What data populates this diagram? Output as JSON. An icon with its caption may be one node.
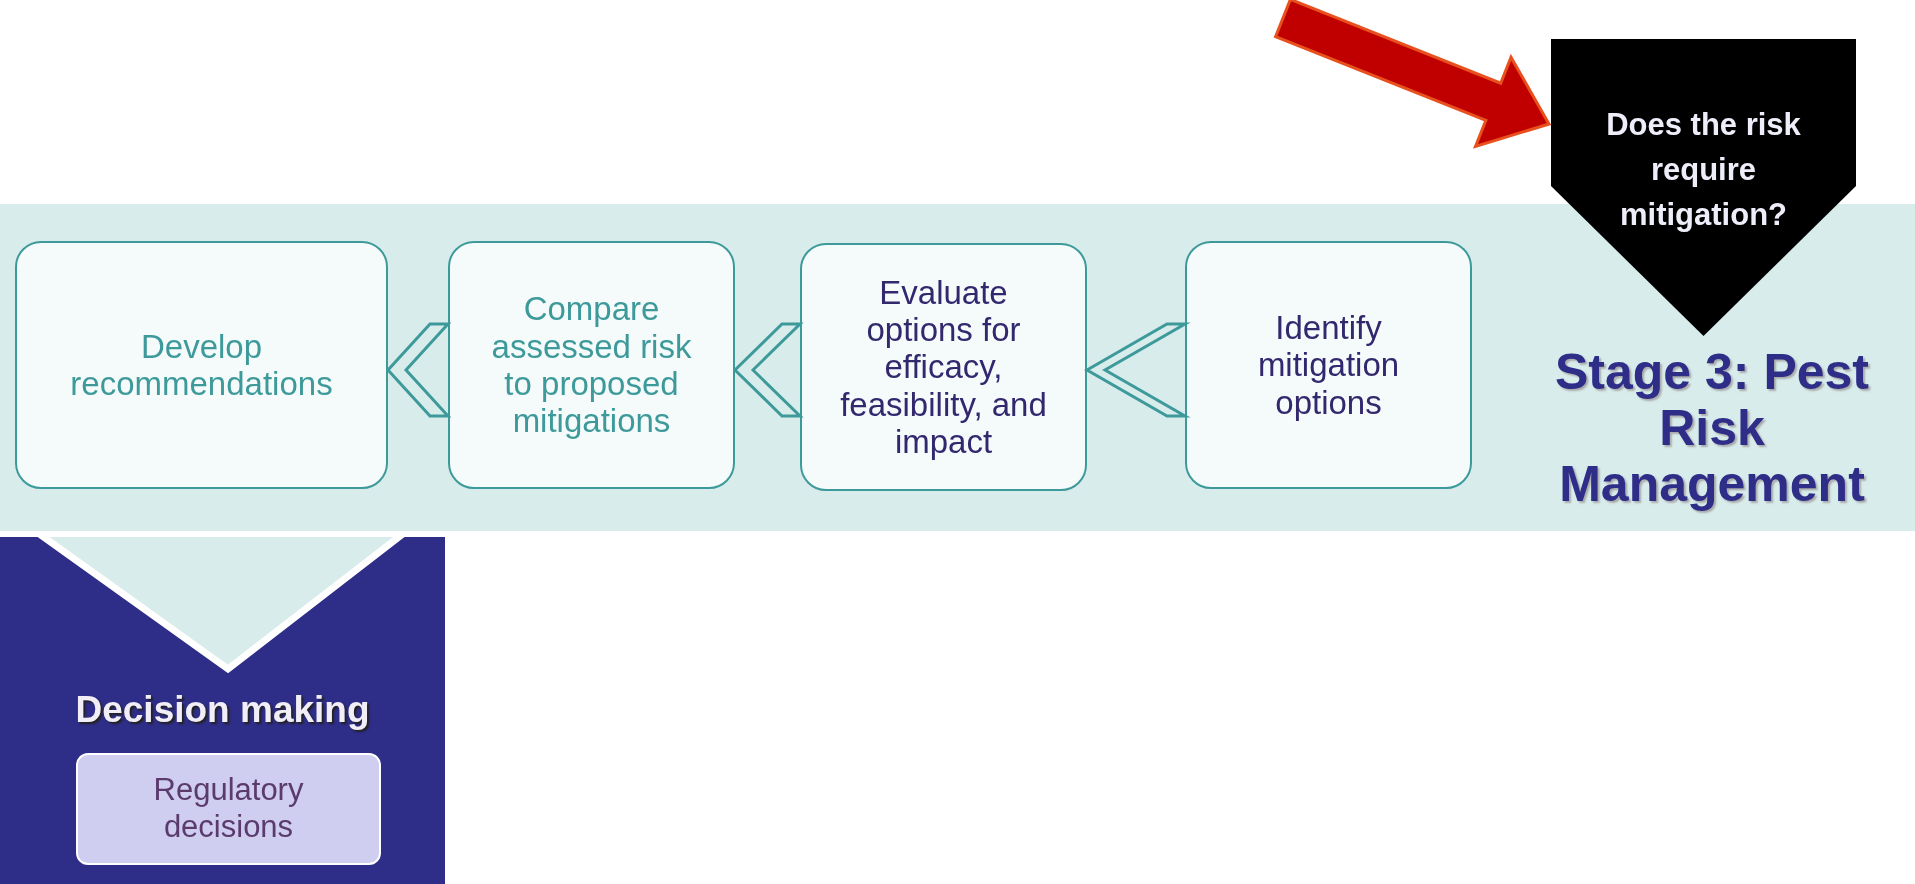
{
  "diagram": {
    "nodes": [
      {
        "text": [
          "Does the risk require mitigation?"
        ]
      },
      {
        "text": [
          "Stage 3: Pest Risk Management"
        ]
      },
      {
        "text": [
          "Develop recommendations"
        ],
        "in": 1
      },
      {
        "text": [
          "Compare assessed risk to proposed mitigations"
        ],
        "in": 1
      },
      {
        "text": [
          "Evaluate options for efficacy, feasibility, and impact"
        ],
        "in": 1
      },
      {
        "text": [
          "Identify mitigation options"
        ],
        "in": 1
      },
      {
        "text": [
          "Decision making"
        ]
      },
      {
        "text": [
          "Regulatory decisions"
        ],
        "in": 6
      }
    ],
    "edges": [
      {
        "from": null,
        "to": 0,
        "arrow": "to",
        "style": "thick",
        "color": "#c00000"
      },
      {
        "from": 5,
        "to": 4,
        "arrow": "to"
      },
      {
        "from": 4,
        "to": 3,
        "arrow": "to"
      },
      {
        "from": 3,
        "to": 2,
        "arrow": "to"
      }
    ]
  }
}
